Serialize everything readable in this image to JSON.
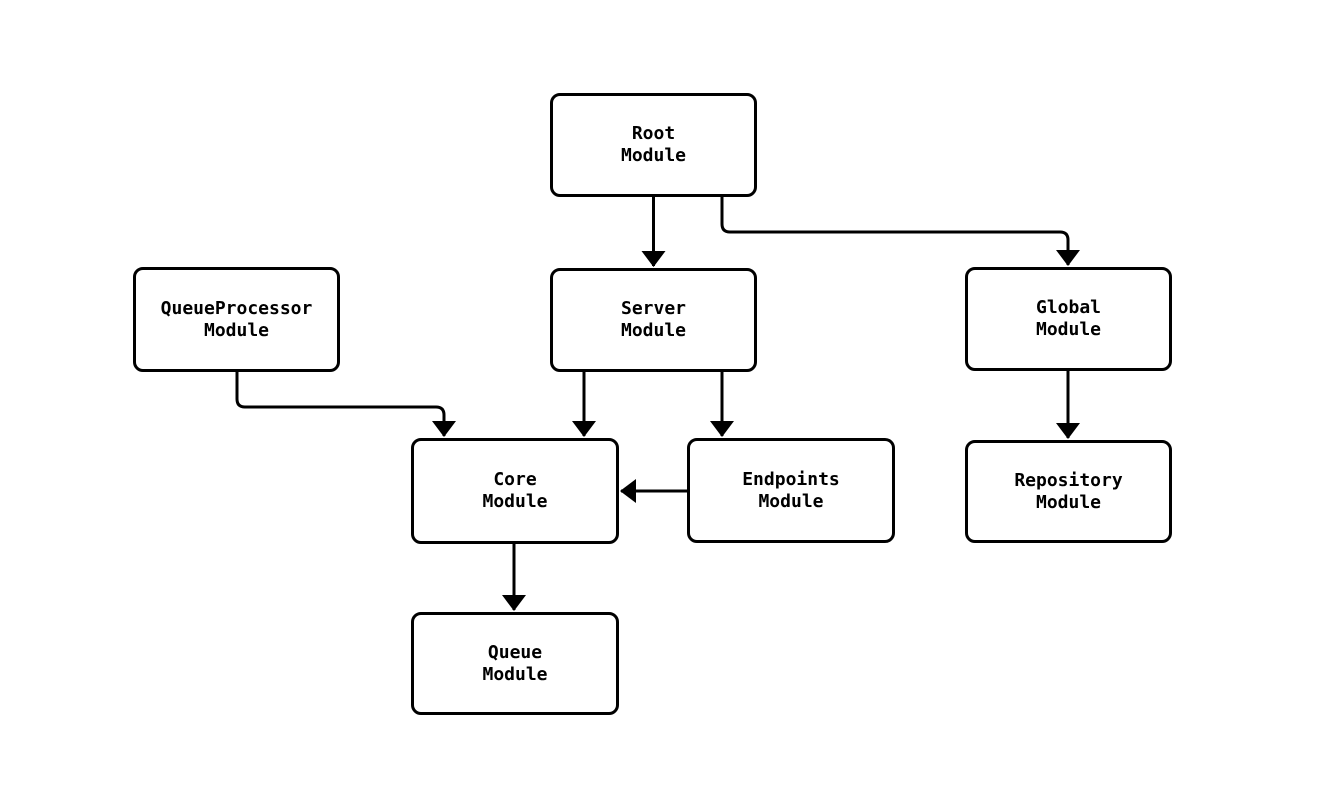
{
  "diagram": {
    "type": "flowchart",
    "direction": "top-down",
    "background_color": "#ffffff",
    "node_fill_color": "#ffffff",
    "node_border_color": "#000000",
    "edge_color": "#000000",
    "text_color": "#000000",
    "nodes": [
      {
        "id": "root",
        "label": "Root\nModule"
      },
      {
        "id": "server",
        "label": "Server\nModule"
      },
      {
        "id": "queueprocessor",
        "label": "QueueProcessor\nModule"
      },
      {
        "id": "global",
        "label": "Global\nModule"
      },
      {
        "id": "core",
        "label": "Core\nModule"
      },
      {
        "id": "endpoints",
        "label": "Endpoints\nModule"
      },
      {
        "id": "repository",
        "label": "Repository\nModule"
      },
      {
        "id": "queue",
        "label": "Queue\nModule"
      }
    ],
    "edges": [
      {
        "from": "Root Module",
        "to": "Server Module"
      },
      {
        "from": "Root Module",
        "to": "Global Module"
      },
      {
        "from": "QueueProcessor Module",
        "to": "Core Module"
      },
      {
        "from": "Server Module",
        "to": "Core Module"
      },
      {
        "from": "Server Module",
        "to": "Endpoints Module"
      },
      {
        "from": "Endpoints Module",
        "to": "Core Module"
      },
      {
        "from": "Global Module",
        "to": "Repository Module"
      },
      {
        "from": "Core Module",
        "to": "Queue Module"
      }
    ]
  }
}
